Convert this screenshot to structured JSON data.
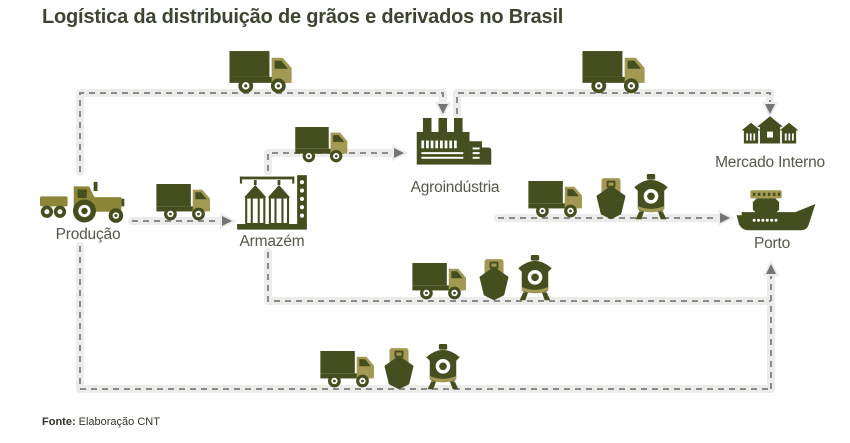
{
  "title": "Logística da distribuição de grãos e derivados no Brasil",
  "source": {
    "label": "Fonte:",
    "text": "Elaboração CNT"
  },
  "nodes": {
    "producao": {
      "label": "Produção"
    },
    "armazem": {
      "label": "Armazém"
    },
    "agroindustria": {
      "label": "Agroindústria"
    },
    "mercado_interno": {
      "label": "Mercado Interno"
    },
    "porto": {
      "label": "Porto"
    }
  },
  "flows": [
    {
      "from": "Produção",
      "to": "Armazém",
      "modes": [
        "truck"
      ]
    },
    {
      "from": "Produção",
      "to": "Agroindústria",
      "modes": [
        "truck"
      ]
    },
    {
      "from": "Armazém",
      "to": "Agroindústria",
      "modes": [
        "truck"
      ]
    },
    {
      "from": "Agroindústria",
      "to": "Mercado Interno",
      "modes": [
        "truck"
      ]
    },
    {
      "from": "Agroindústria",
      "to": "Porto",
      "modes": [
        "truck",
        "ship",
        "train"
      ]
    },
    {
      "from": "Armazém",
      "to": "Porto",
      "modes": [
        "truck",
        "ship",
        "train"
      ]
    },
    {
      "from": "Produção",
      "to": "Porto",
      "modes": [
        "truck",
        "ship",
        "train"
      ]
    }
  ],
  "colors": {
    "dark_olive": "#454e1f",
    "khaki": "#a29a54",
    "olive": "#8c8639",
    "line_gray": "#8b8b8b",
    "arrow_gray": "#757575",
    "line_halo": "#ececea",
    "title_color": "#3d4430",
    "label_color": "#565749",
    "background": "#ffffff"
  }
}
